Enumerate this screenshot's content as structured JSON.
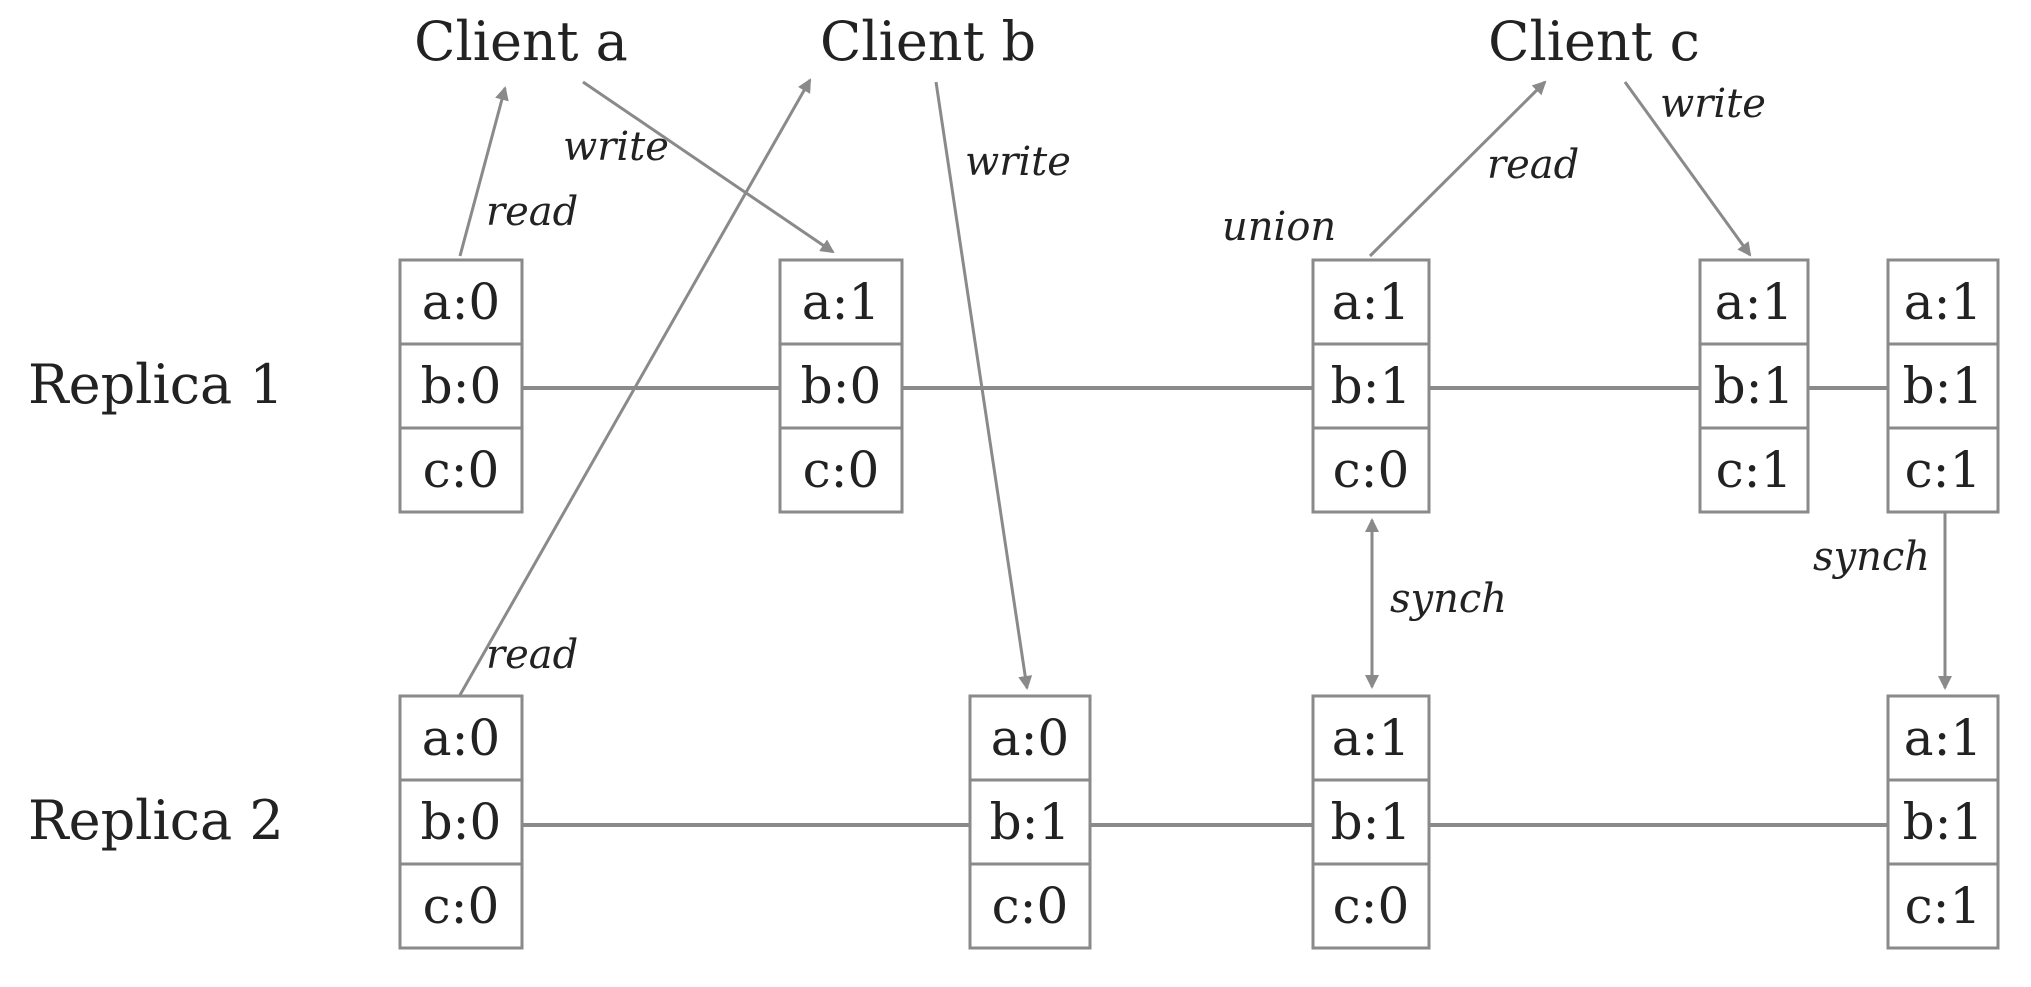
{
  "colors": {
    "line": "#8a8a8a",
    "text": "#222222",
    "box_border": "#8a8a8a"
  },
  "clients": {
    "a": "Client a",
    "b": "Client b",
    "c": "Client c"
  },
  "replicas": {
    "r1": "Replica 1",
    "r2": "Replica 2"
  },
  "ops": {
    "read_r1_a": "read",
    "write_a": "write",
    "write_b": "write",
    "union": "union",
    "read_c": "read",
    "write_c": "write",
    "synch_1": "synch",
    "synch_2": "synch",
    "read_r2_b": "read"
  },
  "states": {
    "r1_s1": [
      "a:0",
      "b:0",
      "c:0"
    ],
    "r1_s2": [
      "a:1",
      "b:0",
      "c:0"
    ],
    "r1_s3": [
      "a:1",
      "b:1",
      "c:0"
    ],
    "r1_s4": [
      "a:1",
      "b:1",
      "c:1"
    ],
    "r1_s5": [
      "a:1",
      "b:1",
      "c:1"
    ],
    "r2_s1": [
      "a:0",
      "b:0",
      "c:0"
    ],
    "r2_s2": [
      "a:0",
      "b:1",
      "c:0"
    ],
    "r2_s3": [
      "a:1",
      "b:1",
      "c:0"
    ],
    "r2_s4": [
      "a:1",
      "b:1",
      "c:1"
    ]
  }
}
